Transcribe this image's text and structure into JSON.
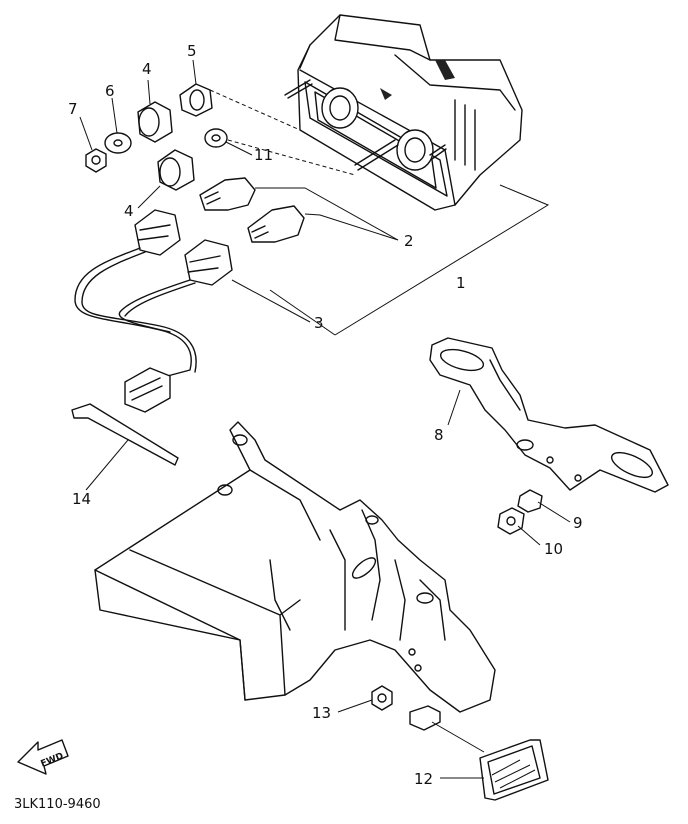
{
  "callouts": [
    {
      "id": "1",
      "label": "1"
    },
    {
      "id": "2",
      "label": "2"
    },
    {
      "id": "3",
      "label": "3"
    },
    {
      "id": "4a",
      "label": "4"
    },
    {
      "id": "4b",
      "label": "4"
    },
    {
      "id": "5",
      "label": "5"
    },
    {
      "id": "6",
      "label": "6"
    },
    {
      "id": "7",
      "label": "7"
    },
    {
      "id": "8",
      "label": "8"
    },
    {
      "id": "9",
      "label": "9"
    },
    {
      "id": "10",
      "label": "10"
    },
    {
      "id": "11",
      "label": "11"
    },
    {
      "id": "12",
      "label": "12"
    },
    {
      "id": "13",
      "label": "13"
    },
    {
      "id": "14",
      "label": "14"
    }
  ],
  "direction_arrow": {
    "label": "FWD"
  },
  "diagram_code": "3LK110-9460"
}
